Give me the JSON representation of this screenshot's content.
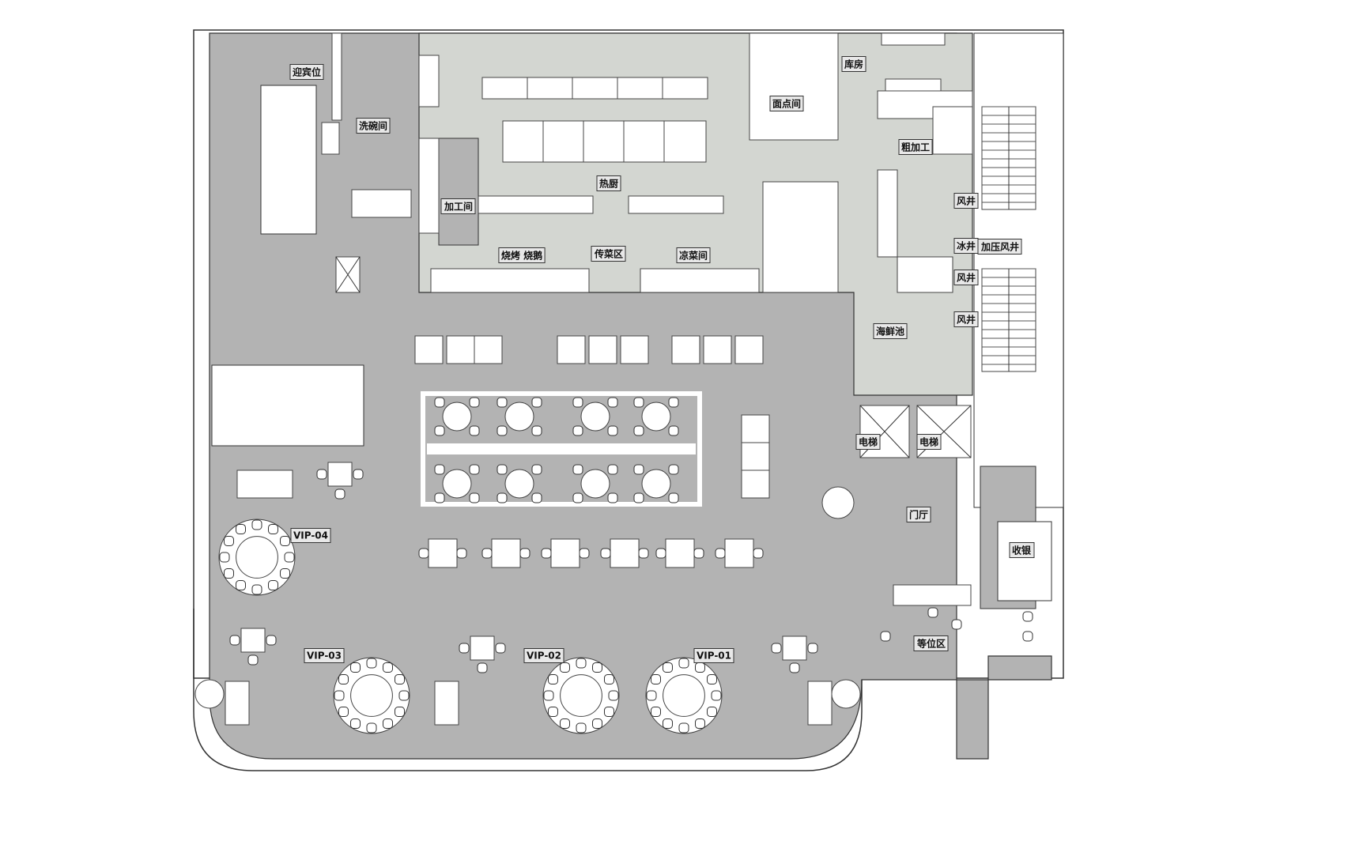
{
  "plan": {
    "rooms": {
      "reception": "迎宾位",
      "dishwashing": "洗碗间",
      "processing": "加工间",
      "hot_kitchen": "热厨",
      "bbq": "烧烤 烧鹅",
      "serving_area": "传菜区",
      "cold_dishes": "凉菜间",
      "pastry": "面点间",
      "storeroom": "库房",
      "rough_processing": "粗加工",
      "seafood_tank": "海鲜池",
      "air_shaft_1": "风井",
      "ice_shaft": "冰井",
      "air_shaft_2": "风井",
      "air_shaft_3": "风井",
      "pressurized_shaft": "加压风井",
      "elevator_1": "电梯",
      "elevator_2": "电梯",
      "lobby": "门厅",
      "cashier": "收银",
      "waiting_area": "等位区",
      "vip_01": "VIP-01",
      "vip_02": "VIP-02",
      "vip_03": "VIP-03",
      "vip_04": "VIP-04"
    },
    "colors": {
      "dining_floor": "#b3b3b3",
      "kitchen_floor": "#d3d6d1",
      "furniture": "#ffffff",
      "walls": "#333333"
    }
  }
}
